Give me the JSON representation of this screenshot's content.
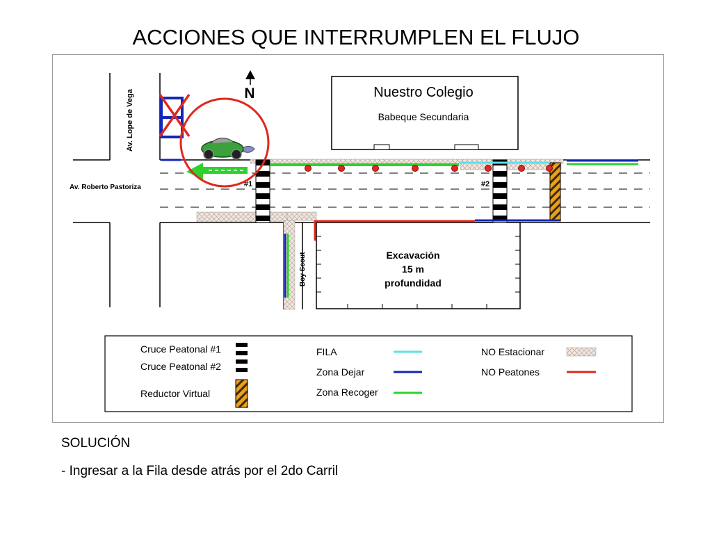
{
  "title": "ACCIONES QUE INTERRUMPLEN EL FLUJO",
  "map": {
    "north_label": "N",
    "school_title": "Nuestro Colegio",
    "school_subtitle": "Babeque Secundaria",
    "street_vertical": "Av. Lope de Vega",
    "street_horizontal": "Av. Roberto Pastoriza",
    "street_side": "Boy Scout",
    "crossing_1": "#1",
    "crossing_2": "#2",
    "excavation": [
      "Excavación",
      "15 m",
      "profundidad"
    ],
    "wrong_mark": "X"
  },
  "legend": {
    "cruce1": "Cruce Peatonal #1",
    "cruce2": "Cruce Peatonal #2",
    "reductor": "Reductor Virtual",
    "fila": "FILA",
    "zona_dejar": "Zona Dejar",
    "zona_recoger": "Zona Recoger",
    "no_estacionar": "NO Estacionar",
    "no_peatones": "NO Peatones"
  },
  "colors": {
    "fila": "#5ee0ea",
    "zona_dejar": "#1426b4",
    "zona_recoger": "#2ed22e",
    "no_peatones": "#e0281e",
    "reductor": "#e8a020",
    "mark": "#e0281e"
  },
  "solution": {
    "heading": "SOLUCIÓN",
    "line": "- Ingresar a la Fila desde atrás por el 2do Carril"
  }
}
